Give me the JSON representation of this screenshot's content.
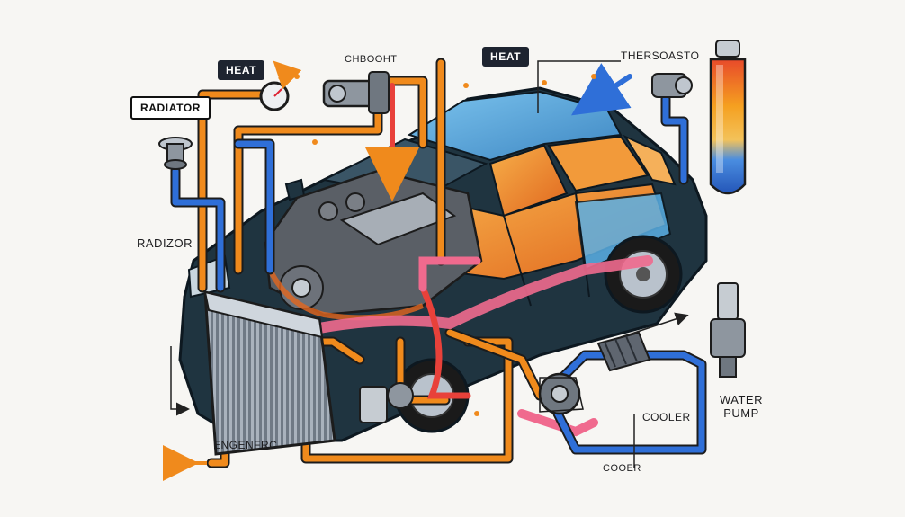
{
  "labels": {
    "heat_left": "HEAT",
    "heat_top": "HEAT",
    "radiator_tag": "RADIATOR",
    "choobt": "CHBOOHT",
    "thermostat": "THERSOASTO",
    "radizor": "RADIZOR",
    "engenfrc": "ENGENFRC",
    "cooler_right": "COOLER",
    "coer_bottom": "COOER",
    "water_pump": "WATER\nPUMP"
  },
  "colors": {
    "hot_orange": "#f08a1c",
    "hot_red": "#e8413a",
    "pink_flow": "#f06a8e",
    "cool_blue": "#2f6fd8",
    "car_body": "#1f3440",
    "car_roof": "#5aa7d8",
    "interior": "#f5902e",
    "radiator": "#8d98a6",
    "tag_bg": "#1e2430"
  },
  "icons": [
    "radiator-cap-icon",
    "pressure-gauge-icon",
    "thermostat-valve-icon",
    "coolant-reservoir-icon",
    "water-pump-icon",
    "cooler-fan-icon",
    "engine-block-icon"
  ]
}
